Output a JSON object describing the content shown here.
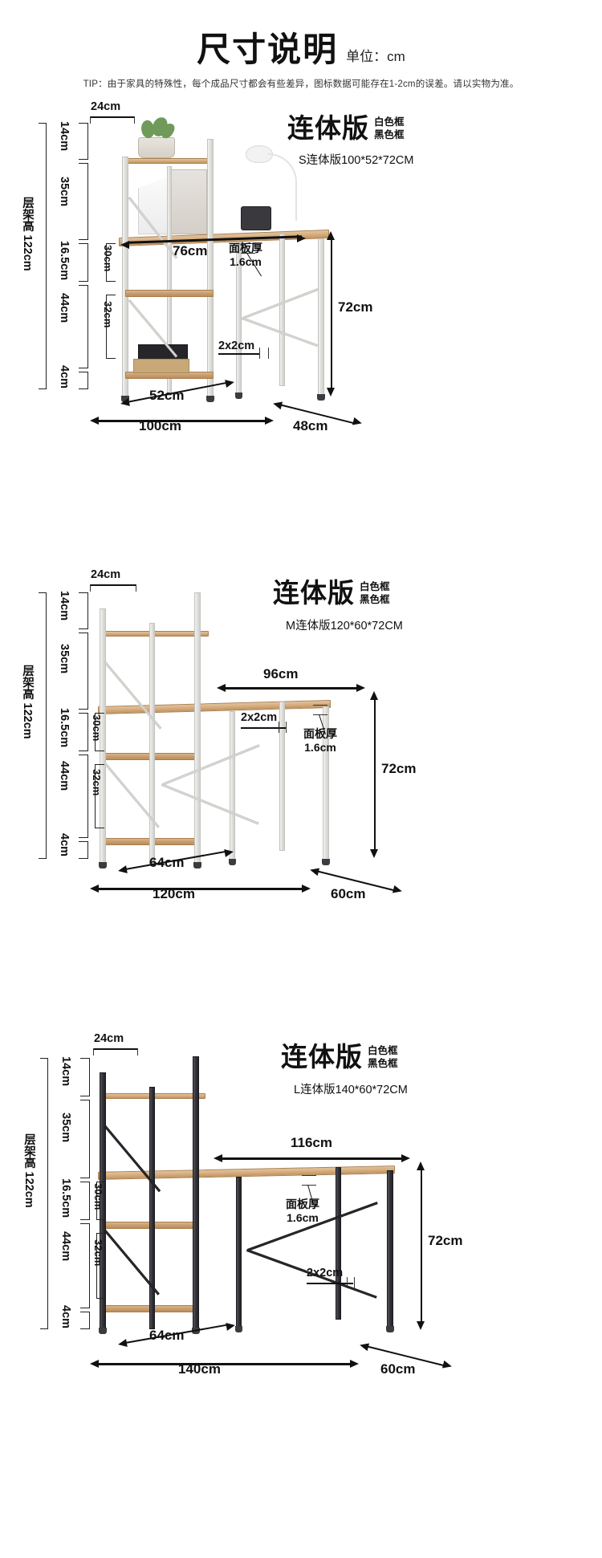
{
  "header": {
    "title": "尺寸说明",
    "unit_note": "单位：cm",
    "tip": "TIP：由于家具的特殊性，每个成品尺寸都会有些差异，图标数据可能存在1-2cm的误差。请以实物为准。"
  },
  "shared": {
    "model_name": "连体版",
    "frame_color_white": "白色框",
    "frame_color_black": "黑色框",
    "shelf_height_label": "层架高 122cm",
    "panel_thickness_label": "面板厚",
    "panel_thickness_value": "1.6cm",
    "tube_label": "2x2cm",
    "desk_height": "72cm",
    "top_depth": "24cm",
    "v_dims": [
      "14cm",
      "35cm",
      "16.5cm",
      "44cm",
      "4cm"
    ],
    "inner_dim_upper": "30cm",
    "inner_dim_lower": "32cm"
  },
  "diagrams": [
    {
      "id": "s",
      "model_code": "S连体版100*52*72CM",
      "desktop_width": "76cm",
      "shelf_depth": "52cm",
      "total_width": "100cm",
      "desk_depth": "48cm",
      "frame": "white"
    },
    {
      "id": "m",
      "model_code": "M连体版120*60*72CM",
      "desktop_width": "96cm",
      "shelf_depth": "64cm",
      "total_width": "120cm",
      "desk_depth": "60cm",
      "frame": "white"
    },
    {
      "id": "l",
      "model_code": "L连体版140*60*72CM",
      "desktop_width": "116cm",
      "shelf_depth": "64cm",
      "total_width": "140cm",
      "desk_depth": "60cm",
      "frame": "black"
    }
  ],
  "colors": {
    "ink": "#111111",
    "wood": "#c79c6c",
    "white_frame": "#e2e2df",
    "black_frame": "#35353a"
  }
}
